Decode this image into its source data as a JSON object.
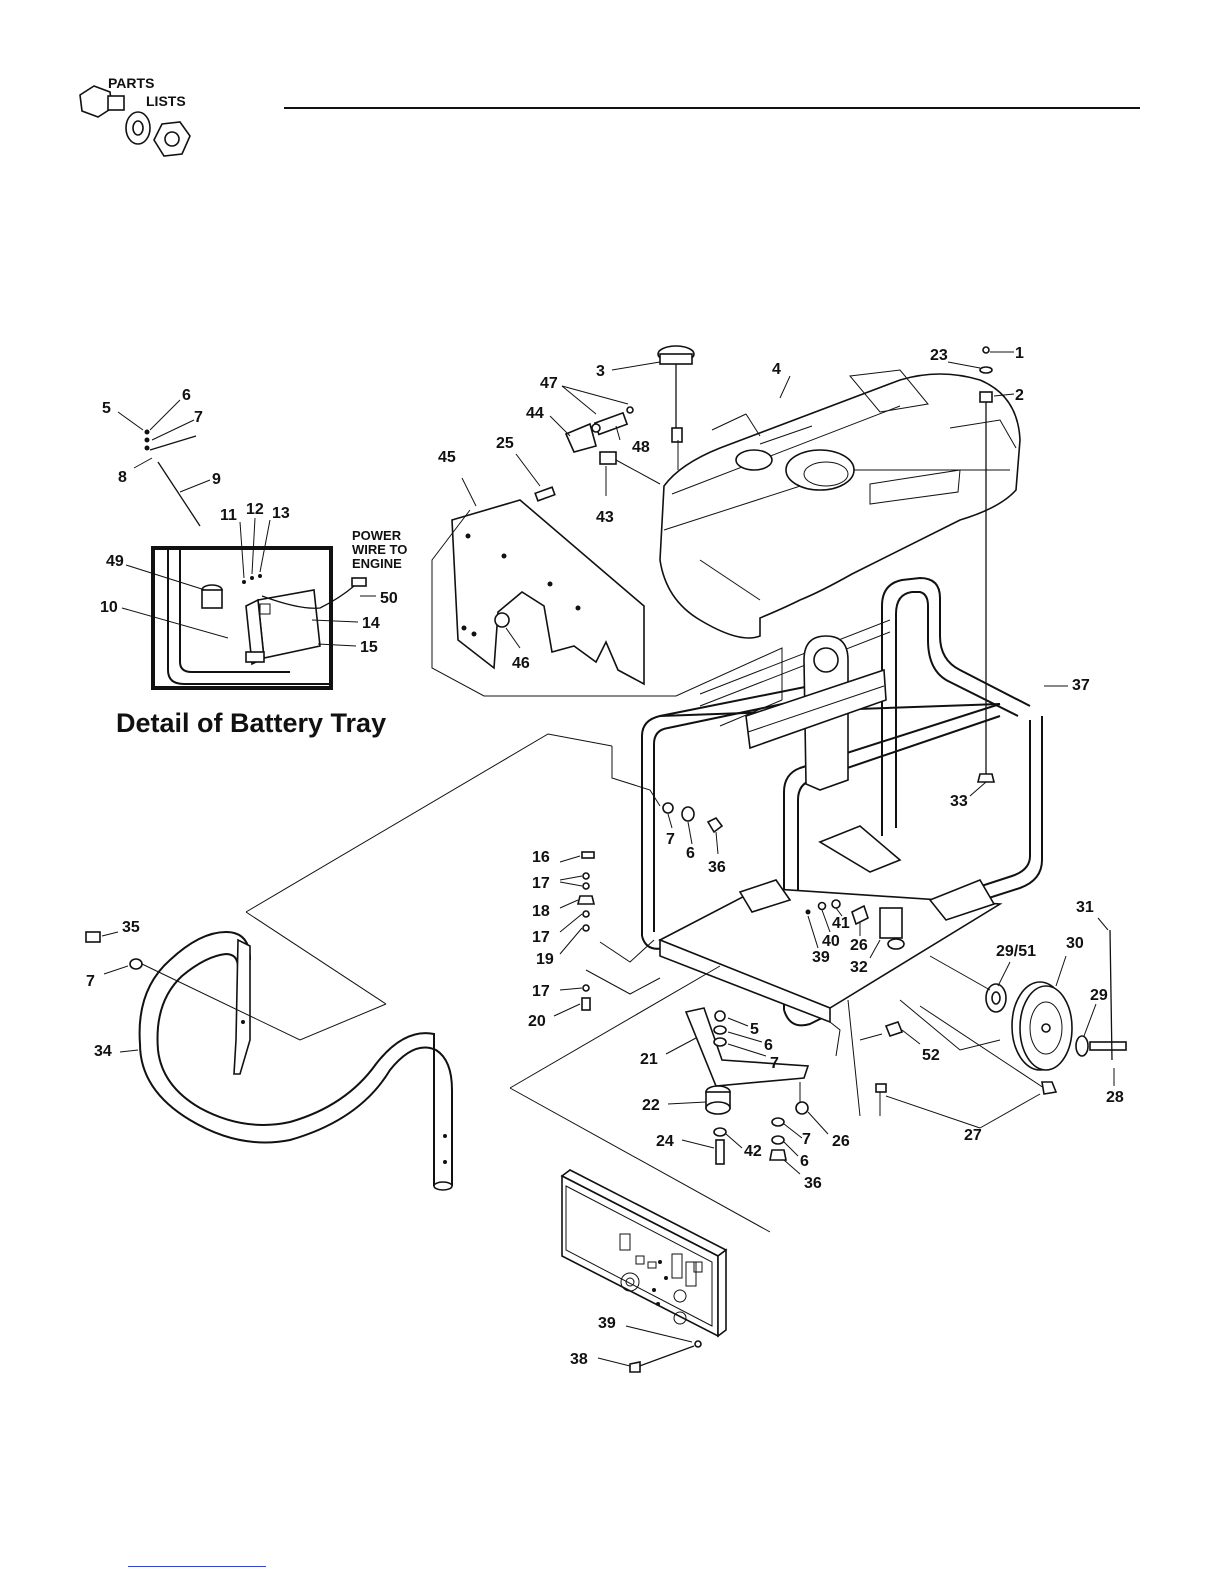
{
  "header": {
    "logo_top": "PARTS",
    "logo_bottom": "LISTS"
  },
  "battery_detail": {
    "note_line1": "POWER",
    "note_line2": "WIRE TO",
    "note_line3": "ENGINE",
    "caption": "Detail of Battery Tray"
  },
  "callouts": {
    "c1": "1",
    "c2": "2",
    "c3": "3",
    "c4": "4",
    "c5": "5",
    "c6": "6",
    "c7": "7",
    "c8": "8",
    "c9": "9",
    "c10": "10",
    "c11": "11",
    "c12": "12",
    "c13": "13",
    "c14": "14",
    "c15": "15",
    "c16": "16",
    "c17": "17",
    "c18": "18",
    "c19": "19",
    "c20": "20",
    "c21": "21",
    "c22": "22",
    "c23": "23",
    "c24": "24",
    "c25": "25",
    "c26": "26",
    "c27": "27",
    "c28": "28",
    "c29": "29",
    "c29_51": "29/51",
    "c30": "30",
    "c31": "31",
    "c32": "32",
    "c33": "33",
    "c34": "34",
    "c35": "35",
    "c36": "36",
    "c37": "37",
    "c38": "38",
    "c39": "39",
    "c40": "40",
    "c41": "41",
    "c42": "42",
    "c43": "43",
    "c44": "44",
    "c45": "45",
    "c46": "46",
    "c47": "47",
    "c48": "48",
    "c49": "49",
    "c50": "50",
    "c52": "52"
  },
  "colors": {
    "ink": "#111111",
    "link": "#3344cc"
  }
}
